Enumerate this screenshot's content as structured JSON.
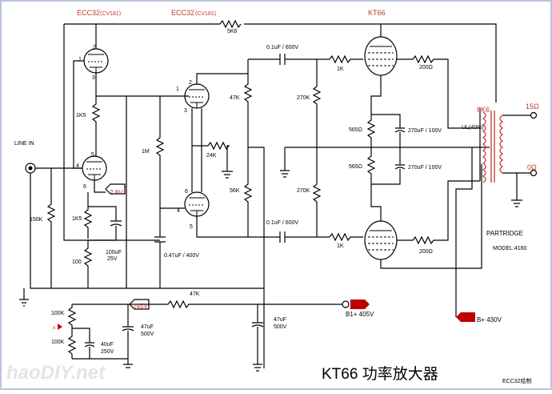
{
  "tube_labels": {
    "v1": "ECC32",
    "v1_sub": "(CV181)",
    "v2": "ECC32",
    "v2_sub": "(CV181)",
    "v3": "KT66"
  },
  "pins": [
    "2",
    "1",
    "3",
    "5",
    "4",
    "6",
    "1",
    "2",
    "3",
    "6",
    "4",
    "5"
  ],
  "components": {
    "r_fb": "5K6",
    "r_1k5a": "1K5",
    "r_1m": "1M",
    "r_150k": "150K",
    "r_1k5b": "1K5",
    "r_100": "100",
    "c_100u": "100uF",
    "c_100u_v": "25V",
    "r_24k": "24K",
    "r_47k": "47K",
    "r_56k": "56K",
    "c_047": "0.47uF / 400V",
    "c_01a": "0.1uF / 600V",
    "c_01b": "0.1uF / 600V",
    "r_1ka": "1K",
    "r_1kb": "1K",
    "r_270ka": "270K",
    "r_270kb": "270K",
    "r_565a": "565Ω",
    "r_565b": "565Ω",
    "c_270a": "270uF / 100V",
    "c_270b": "270uF / 100V",
    "r_200a": "200Ω",
    "r_200b": "200Ω",
    "r_100ka": "100K",
    "r_100kb": "100K",
    "pot_mark": "A",
    "c_40u": "40uF",
    "c_40u_v": "250V",
    "c_47a": "47uF",
    "c_47a_v": "500V",
    "r_47k2": "47K",
    "c_47b": "47uF",
    "c_47b_v": "500V"
  },
  "bias_v1": "2.8V",
  "bias_v2": "245V",
  "line_in": "LINE  IN",
  "b1_label": "B1+  405V",
  "b_label": "B+  430V",
  "transformer": {
    "label": "6K6",
    "ul": "UL(40%)",
    "out_15": "15Ω",
    "out_0": "0Ω",
    "brand": "PARTRIDGE",
    "model": "MODEL:4160"
  },
  "title": "KT66 功率放大器",
  "credit": "ECC32绘制",
  "watermark": "haoDIY.net"
}
